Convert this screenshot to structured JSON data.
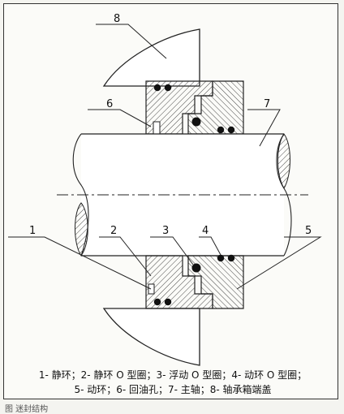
{
  "labels": {
    "n1": "1",
    "n2": "2",
    "n3": "3",
    "n4": "4",
    "n5": "5",
    "n6": "6",
    "n7": "7",
    "n8": "8"
  },
  "legend": {
    "line1": "1- 静环；2- 静环 O 型圈；3- 浮动 O 型圈；4- 动环 O 型圈；",
    "line2": "5- 动环；6- 回油孔；7- 主轴；8- 轴承箱端盖"
  },
  "caption": "图  迷封结构"
}
